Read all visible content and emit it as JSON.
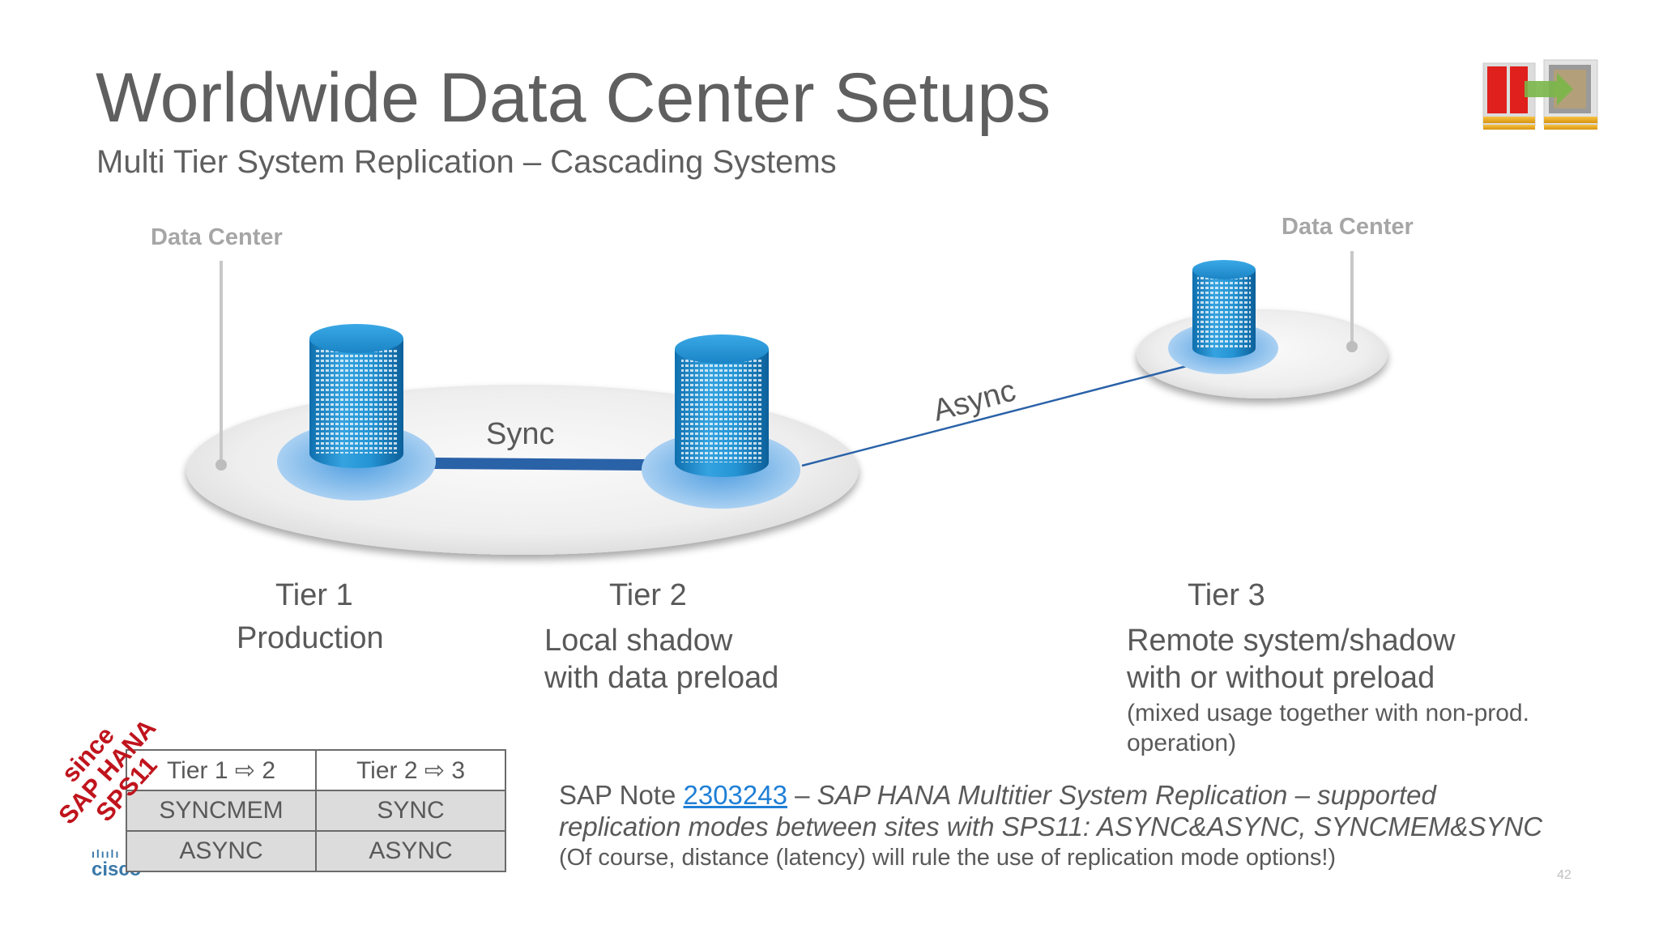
{
  "title": "Worldwide Data Center Setups",
  "subtitle": "Multi Tier System Replication – Cascading Systems",
  "data_center_left": "Data Center",
  "data_center_right": "Data Center",
  "link_sync": "Sync",
  "link_async": "Async",
  "tiers": [
    {
      "name": "Tier 1",
      "desc_line1": "Production",
      "desc_line2": ""
    },
    {
      "name": "Tier 2",
      "desc_line1": "Local shadow",
      "desc_line2": "with data preload"
    },
    {
      "name": "Tier 3",
      "desc_line1": "Remote system/shadow",
      "desc_line2": "with or without preload",
      "note_line1": "(mixed usage together with non-prod.",
      "note_line2": "operation)"
    }
  ],
  "stamp": {
    "line1": "since",
    "line2": "SAP HANA",
    "line3": "SPS11"
  },
  "mode_table": {
    "headers": [
      "Tier 1 ⇨ 2",
      "Tier 2 ⇨ 3"
    ],
    "rows": [
      [
        "SYNCMEM",
        "SYNC"
      ],
      [
        "ASYNC",
        "ASYNC"
      ]
    ]
  },
  "note": {
    "prefix": "SAP Note ",
    "number": "2303243",
    "dash": " – ",
    "title_italic": "SAP HANA Multitier System Replication – supported",
    "line2_italic": "replication modes between sites with SPS11: ASYNC&ASYNC, SYNCMEM&SYNC",
    "line3": "(Of course, distance (latency) will rule the use of replication mode options!)"
  },
  "page_number": "42",
  "footer_logo": "cisco",
  "colors": {
    "db_blue": "#1f8fcf",
    "platform_grey": "#e8e8e8",
    "link_blue": "#2a62a8",
    "stamp_red": "#c0141d",
    "logo_red": "#e0201c",
    "logo_yellow": "#f2b31a",
    "logo_green": "#7ab648"
  }
}
